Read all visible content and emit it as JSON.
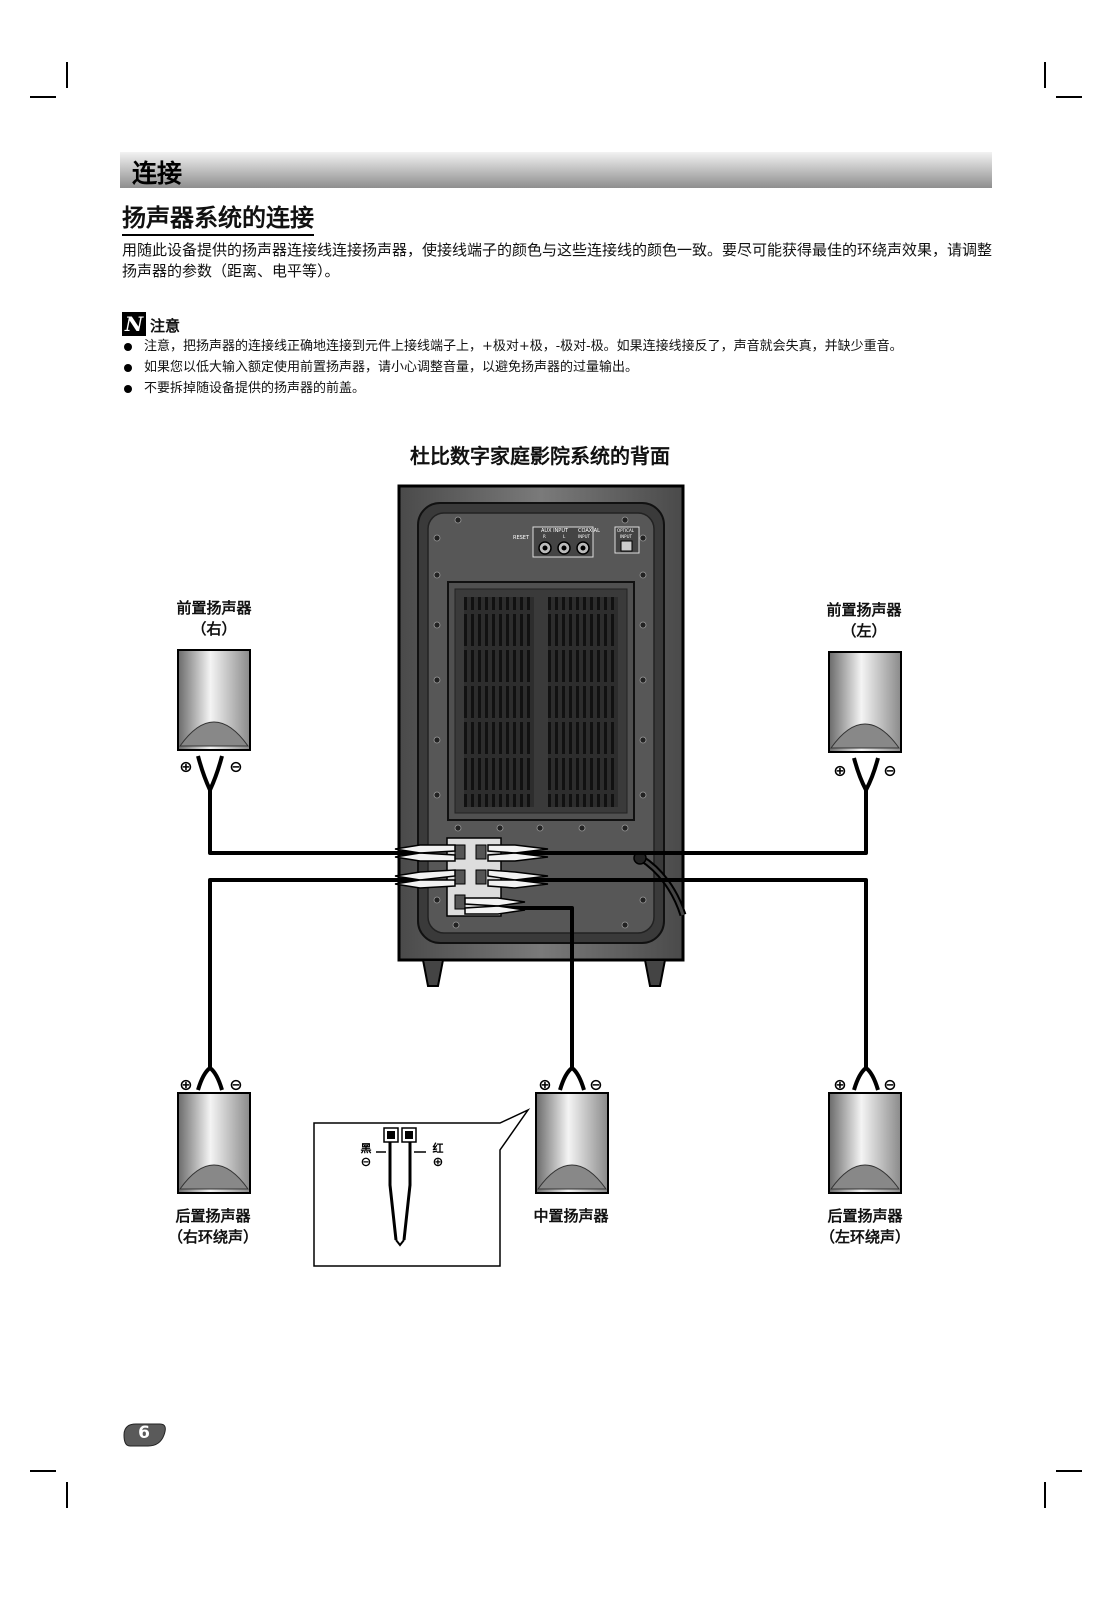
{
  "section_title": "连接",
  "subtitle": "扬声器系统的连接",
  "intro": "用随此设备提供的扬声器连接线连接扬声器，使接线端子的颜色与这些连接线的颜色一致。要尽可能获得最佳的环绕声效果，请调整扬声器的参数（距离、电平等）。",
  "note": {
    "icon": "note-icon",
    "title": "注意",
    "items": [
      "注意，把扬声器的连接线正确地连接到元件上接线端子上，+极对+极，-极对-极。如果连接线接反了，声音就会失真，并缺少重音。",
      "如果您以低大输入额定使用前置扬声器，请小心调整音量，以避免扬声器的过量输出。",
      "不要拆掉随设备提供的扬声器的前盖。"
    ]
  },
  "diagram": {
    "title": "杜比数字家庭影院系统的背面",
    "panel_labels": {
      "reset": "RESET",
      "aux_input": "AUX INPUT",
      "aux_r": "R",
      "aux_l": "L",
      "coaxial": "COAXIAL",
      "coaxial_input": "INPUT",
      "optical": "OPTICAL",
      "optical_input": "INPUT"
    },
    "speakers": {
      "front_right": {
        "line1": "前置扬声器",
        "line2": "（右）"
      },
      "front_left": {
        "line1": "前置扬声器",
        "line2": "（左）"
      },
      "rear_right": {
        "line1": "后置扬声器",
        "line2": "（右环绕声）"
      },
      "center": {
        "line1": "中置扬声器"
      },
      "rear_left": {
        "line1": "后置扬声器",
        "line2": "（左环绕声）"
      }
    },
    "polarity": {
      "plus": "⊕",
      "minus": "⊖"
    },
    "inset": {
      "black": "黑",
      "red": "红"
    }
  },
  "page_number": "6"
}
